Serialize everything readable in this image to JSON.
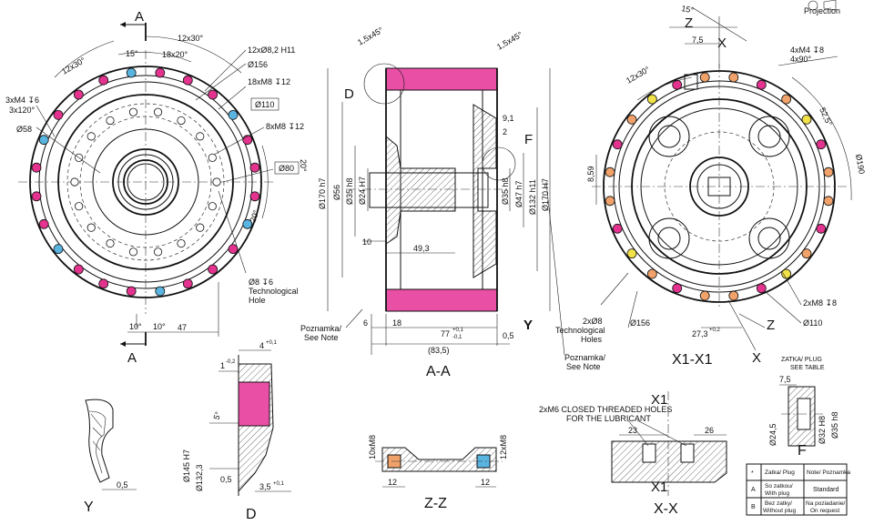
{
  "colors": {
    "magenta": "#e3338f",
    "blue": "#5ab4e0",
    "orange": "#f0a26a",
    "green": "#5fae3f",
    "yellow": "#f2e24a",
    "pink_band": "#ea4fa6"
  },
  "logo": {
    "label": "Projection",
    "icon": "projection-symbol-icon"
  },
  "view_a": {
    "section_letter_top": "A",
    "section_letter_bottom": "A",
    "labels": {
      "d_12x30": "12x30°",
      "d_15": "15°",
      "d_18x20": "18x20°",
      "d_12x30_left": "12x30°",
      "holes_12": "12xØ8,2 H11",
      "d156": "Ø156",
      "m8_18": "18xM8 ↧12",
      "d110": "Ø110",
      "m8_8": "8xM8 ↧12",
      "d80": "Ø80",
      "a20_top": "20°",
      "a20_bot": "20°",
      "m4": "3xM4 ↧6",
      "m4_sub": "3x120°",
      "d58": "Ø58",
      "tech_hole_1": "Ø8 ↧6",
      "tech_hole_2": "Technological",
      "tech_hole_3": "Hole",
      "a10_l": "10°",
      "a10_r": "10°",
      "d47": "47"
    }
  },
  "view_aa": {
    "title": "A-A",
    "labels": {
      "chamfer_l": "1,5x45°",
      "chamfer_r": "1,5x45°",
      "d": "D",
      "f": "F",
      "y": "Y",
      "d170": "Ø170 h7",
      "d56": "Ø56",
      "d35": "Ø35 h8",
      "d24": "Ø24 H7",
      "d35b": "Ø35 h8",
      "d47": "Ø47 h7",
      "d132": "Ø132 h11",
      "d170b": "Ø170 H7",
      "v9_1": "9,1",
      "v2": "2",
      "v10": "10",
      "v49_3": "49,3",
      "v6": "6",
      "v18": "18",
      "v77": "77",
      "v77_tol_up": "+0,1",
      "v77_tol_dn": "-0,1",
      "v0_5": "0,5",
      "v83_5": "(83,5)",
      "note_l_1": "Poznamka/",
      "note_l_2": "See Note",
      "note_r_1": "Poznamka/",
      "note_r_2": "See Note"
    }
  },
  "view_x1": {
    "title": "X1-X1",
    "labels": {
      "a15": "15°",
      "z_top": "Z",
      "x_top": "X",
      "v7_5": "7,5",
      "a12x30": "12x30°",
      "m4_8": "4xM4 ↧8",
      "m4_sub": "4x90°",
      "a52_5": "52,5°",
      "d190": "Ø190",
      "v8_59": "8,59",
      "d8": "2xØ8",
      "tech_1": "Technological",
      "tech_2": "Holes",
      "d156": "Ø156",
      "v27_3": "27,3",
      "v27_3_tol": "+0,2",
      "z_bot": "Z",
      "m8_8": "2xM8 ↧8",
      "d110": "Ø110",
      "x_bot": "X"
    }
  },
  "view_y": {
    "title": "Y",
    "labels": {
      "v0_5": "0,5"
    }
  },
  "view_d": {
    "title": "D",
    "labels": {
      "v4": "4",
      "v4_tol": "+0,1",
      "v1": "1",
      "v1_tol": "-0,2",
      "a5": "5°",
      "d145": "Ø145 H7",
      "d132": "Ø132,3",
      "v0_5": "0,5",
      "v3_5": "3,5",
      "v3_5_tol": "+0,1"
    }
  },
  "view_zz": {
    "title": "Z-Z",
    "labels": {
      "m8_l": "10xM8",
      "m8_r": "12xM8",
      "v12_l": "12",
      "v12_r": "12"
    }
  },
  "view_xx": {
    "title": "X-X",
    "labels": {
      "note_1": "2xM6 CLOSED THREADED HOLES",
      "note_2": "FOR THE LUBRICANT",
      "x1_top": "X1",
      "x1_bot": "X1",
      "v23": "23",
      "v26": "26"
    }
  },
  "view_f": {
    "title": "F",
    "labels": {
      "plug_1": "ZATKA/ PLUG",
      "plug_2": "SEE TABLE",
      "v7_5": "7,5",
      "d24_5": "Ø24,5",
      "d32": "Ø32 H8",
      "d35": "Ø35 h8"
    }
  },
  "table": {
    "headers": [
      "*",
      "Zatka/ Plug",
      "Note/ Poznamka"
    ],
    "rows": [
      {
        "key": "A",
        "plug_1": "So zatkou/",
        "plug_2": "With plug",
        "note_1": "Standard",
        "note_2": ""
      },
      {
        "key": "B",
        "plug_1": "Bez zatky/",
        "plug_2": "Without plug",
        "note_1": "Na poziadanie/",
        "note_2": "On request"
      }
    ]
  }
}
